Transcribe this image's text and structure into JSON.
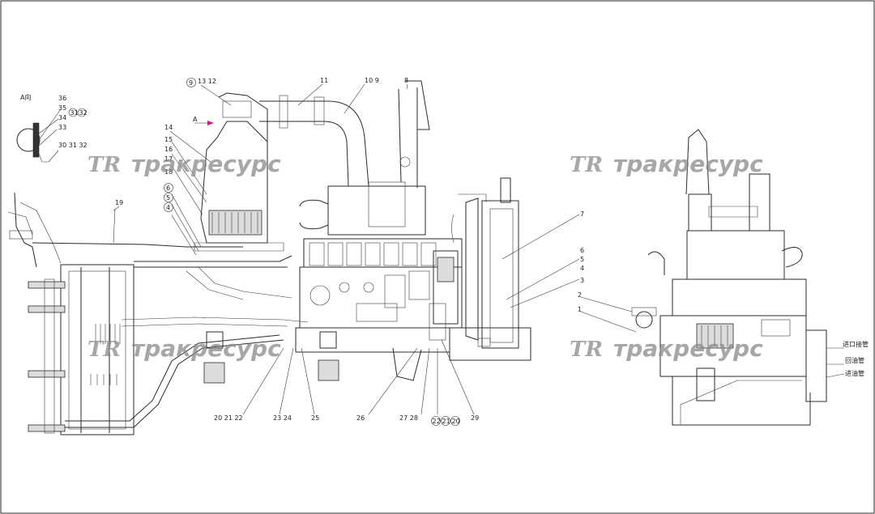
{
  "drawing": {
    "view_label": "A向",
    "view_arrow": "A",
    "watermark": {
      "logo": "TR",
      "text": "тракресурс"
    },
    "callouts": [
      "1",
      "2",
      "3",
      "4",
      "5",
      "6",
      "7",
      "8",
      "9",
      "10",
      "11",
      "12",
      "13",
      "14",
      "15",
      "16",
      "17",
      "18",
      "19",
      "20",
      "21",
      "22",
      "23",
      "24",
      "25",
      "26",
      "27",
      "28",
      "29",
      "30",
      "31",
      "32",
      "33",
      "34",
      "35",
      "36"
    ],
    "callout_groups": {
      "g_13_12": "13 12",
      "g_10_9": "10 9",
      "g_30_31_32": "30 31 32",
      "g_20_21_22": "20 21 22",
      "g_23_24": "23 24",
      "g_27_28": "27 28"
    },
    "circled": {
      "c9": "9",
      "c31": "31",
      "c32": "32",
      "c6": "6",
      "c5": "5",
      "c4": "4",
      "c22": "22",
      "c21": "21",
      "c20": "20"
    },
    "right_notes": [
      "进口接管",
      "回油管",
      "进油管"
    ]
  }
}
